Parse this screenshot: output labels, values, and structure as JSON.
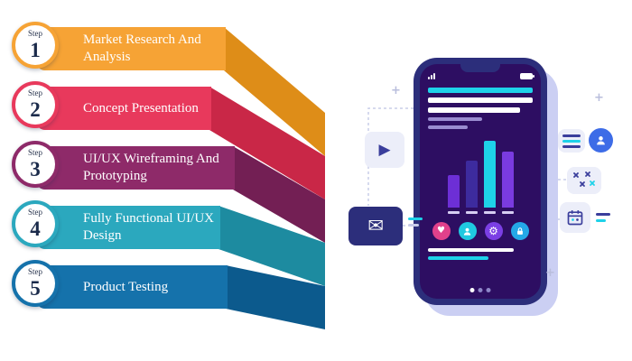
{
  "infographic": {
    "step_label": "Step",
    "steps": [
      {
        "number": "1",
        "title": "Market Research And Analysis",
        "color": "#F6A335",
        "fold_color": "#DE8D18"
      },
      {
        "number": "2",
        "title": "Concept Presentation",
        "color": "#E8395C",
        "fold_color": "#C92747"
      },
      {
        "number": "3",
        "title": "UI/UX Wireframing And Prototyping",
        "color": "#8E2A69",
        "fold_color": "#731F54"
      },
      {
        "number": "4",
        "title": "Fully Functional UI/UX Design",
        "color": "#2BA8BE",
        "fold_color": "#1D8BA0"
      },
      {
        "number": "5",
        "title": "Product Testing",
        "color": "#1572AB",
        "fold_color": "#0C5A8D"
      }
    ]
  },
  "phone": {
    "frame_color": "#2C2E7B",
    "screen_color": "#2D0E62",
    "chart": {
      "type": "bar",
      "bars": [
        {
          "value": 36,
          "color": "#6D2FD6"
        },
        {
          "value": 52,
          "color": "#3D2B9E"
        },
        {
          "value": 74,
          "color": "#1ED2E9"
        },
        {
          "value": 62,
          "color": "#7A3BE0"
        }
      ]
    },
    "app_icons": [
      {
        "name": "heart",
        "color": "#E1418B"
      },
      {
        "name": "person",
        "color": "#1FC9E0"
      },
      {
        "name": "gear",
        "color": "#7B3FE4"
      },
      {
        "name": "lock",
        "color": "#24A9E8"
      }
    ]
  },
  "accents": {
    "cyan": "#1ED2E9",
    "white": "#FFFFFF",
    "dim": "#9A8CD1",
    "indigo": "#3A3E9C",
    "blue": "#3D6CE7",
    "line_grey": "#C7CBE8",
    "dark_card": "#2C2E7B",
    "dot_on": "#FFFFFF",
    "dot_off": "#8E86C8"
  },
  "icons": {
    "play": "▶",
    "mail": "✉",
    "heart": "♥",
    "gear": "⚙",
    "plus": "+"
  }
}
